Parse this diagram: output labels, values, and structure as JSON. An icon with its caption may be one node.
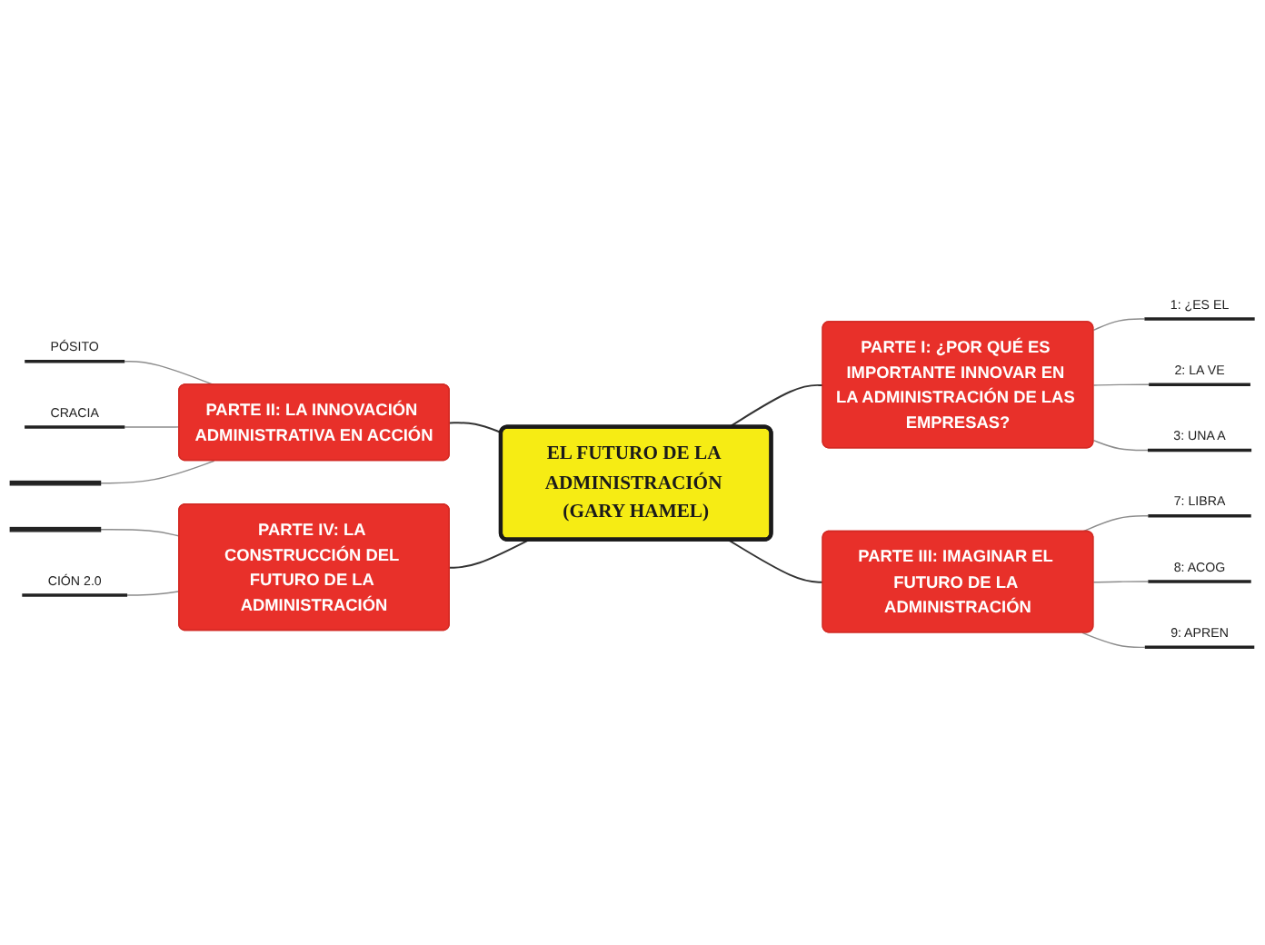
{
  "diagram": {
    "nodes": [
      {
        "text": [
          "EL FUTURO DE LA ADMINISTRACIÓN (GARY HAMEL)"
        ]
      },
      {
        "text": [
          "PARTE I: ¿POR QUÉ ES IMPORTANTE INNOVAR EN LA ADMINISTRACIÓN DE LAS EMPRESAS?"
        ]
      },
      {
        "text": [
          "1: ¿ES EL"
        ]
      },
      {
        "text": [
          "2: LA VE"
        ]
      },
      {
        "text": [
          "3: UNA A"
        ]
      },
      {
        "text": [
          "PARTE II: LA INNOVACIÓN ADMINISTRATIVA EN ACCIÓN"
        ]
      },
      {
        "text": [
          "PÓSITO"
        ]
      },
      {
        "text": [
          "CRACIA"
        ]
      },
      {
        "text": [],
        "shape": "line"
      },
      {
        "text": [
          "PARTE III: IMAGINAR EL FUTURO DE LA ADMINISTRACIÓN"
        ]
      },
      {
        "text": [
          "7: LIBRA"
        ]
      },
      {
        "text": [
          "8: ACOG"
        ]
      },
      {
        "text": [
          "9: APREN"
        ]
      },
      {
        "text": [
          "PARTE IV: LA CONSTRUCCIÓN DEL FUTURO DE LA ADMINISTRACIÓN"
        ]
      },
      {
        "text": [],
        "shape": "line"
      },
      {
        "text": [
          "CIÓN 2.0"
        ]
      }
    ],
    "edges": [
      {
        "from": 5,
        "to": 0,
        "arrow": "none",
        "color": "#333333"
      },
      {
        "from": 6,
        "to": 5,
        "arrow": "none"
      },
      {
        "from": 7,
        "to": 5,
        "arrow": "none"
      },
      {
        "from": 8,
        "to": 5,
        "arrow": "none"
      },
      {
        "from": 0,
        "to": 1,
        "arrow": "none",
        "color": "#333333"
      },
      {
        "from": 1,
        "to": 2,
        "arrow": "none"
      },
      {
        "from": 1,
        "to": 3,
        "arrow": "none"
      },
      {
        "from": 1,
        "to": 4,
        "arrow": "none"
      },
      {
        "from": 13,
        "to": 0,
        "arrow": "none",
        "color": "#333333"
      },
      {
        "from": 14,
        "to": 13,
        "arrow": "none"
      },
      {
        "from": 15,
        "to": 13,
        "arrow": "none"
      },
      {
        "from": 0,
        "to": 9,
        "arrow": "none",
        "color": "#333333"
      },
      {
        "from": 9,
        "to": 10,
        "arrow": "none"
      },
      {
        "from": 9,
        "to": 11,
        "arrow": "none"
      },
      {
        "from": 9,
        "to": 12,
        "arrow": "none"
      }
    ]
  }
}
